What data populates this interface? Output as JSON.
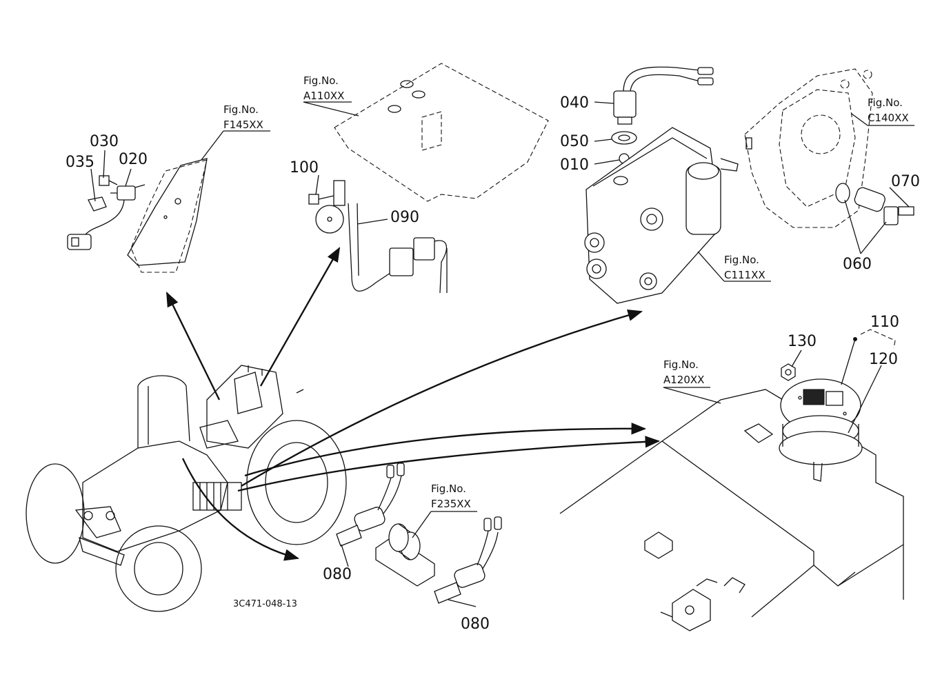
{
  "figure_refs": [
    {
      "id": "f145",
      "label": "Fig.No.",
      "code": "F145XX"
    },
    {
      "id": "a110",
      "label": "Fig.No.",
      "code": "A110XX"
    },
    {
      "id": "c140",
      "label": "Fig.No.",
      "code": "C140XX"
    },
    {
      "id": "c111",
      "label": "Fig.No.",
      "code": "C111XX"
    },
    {
      "id": "a120",
      "label": "Fig.No.",
      "code": "A120XX"
    },
    {
      "id": "f235",
      "label": "Fig.No.",
      "code": "F235XX"
    }
  ],
  "part_labels": {
    "p030": "030",
    "p035": "035",
    "p020": "020",
    "p100": "100",
    "p090": "090",
    "p040": "040",
    "p050": "050",
    "p010": "010",
    "p070": "070",
    "p060": "060",
    "p110": "110",
    "p130": "130",
    "p120": "120",
    "p080a": "080",
    "p080b": "080"
  },
  "drawing_code": "3C471-048-13"
}
